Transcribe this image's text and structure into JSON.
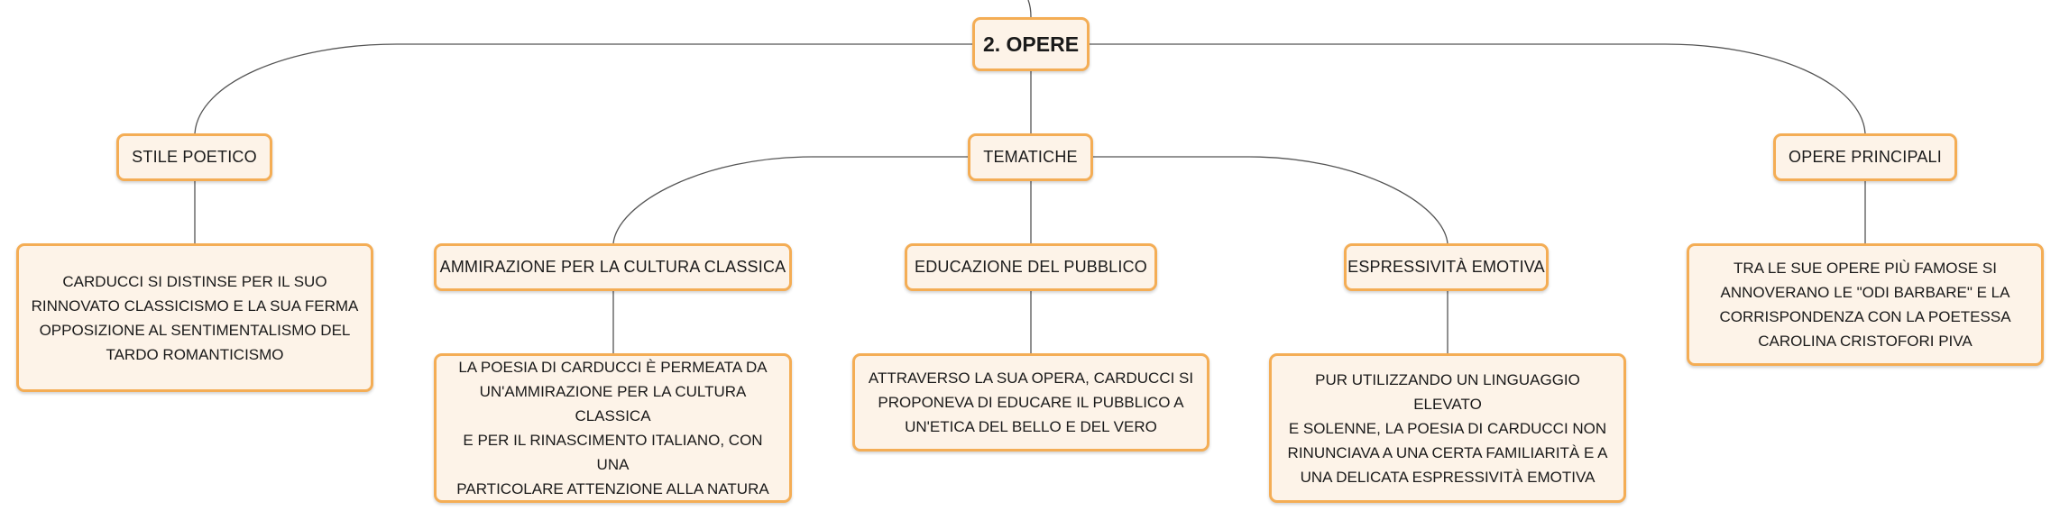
{
  "colors": {
    "node_border": "#f4ad55",
    "node_fill": "#fdf3e8",
    "connector": "#555555"
  },
  "root": {
    "label": "2. OPERE"
  },
  "branches": {
    "stile": {
      "label": "STILE POETICO",
      "desc": [
        "CARDUCCI SI DISTINSE PER IL SUO",
        "RINNOVATO CLASSICISMO E LA SUA FERMA",
        "OPPOSIZIONE AL SENTIMENTALISMO DEL",
        "TARDO ROMANTICISMO"
      ]
    },
    "tematiche": {
      "label": "TEMATICHE",
      "children": {
        "ammirazione": {
          "label": "AMMIRAZIONE PER LA CULTURA CLASSICA",
          "desc": [
            "LA POESIA DI CARDUCCI È PERMEATA DA",
            "UN'AMMIRAZIONE PER LA CULTURA CLASSICA",
            "E PER IL RINASCIMENTO ITALIANO, CON UNA",
            "PARTICOLARE ATTENZIONE ALLA NATURA"
          ]
        },
        "educazione": {
          "label": "EDUCAZIONE DEL PUBBLICO",
          "desc": [
            "ATTRAVERSO LA SUA OPERA, CARDUCCI SI",
            "PROPONEVA DI EDUCARE IL PUBBLICO A",
            "UN'ETICA DEL BELLO E DEL VERO"
          ]
        },
        "espressivita": {
          "label": "ESPRESSIVITÀ EMOTIVA",
          "desc": [
            "PUR UTILIZZANDO UN LINGUAGGIO ELEVATO",
            "E SOLENNE, LA POESIA DI CARDUCCI NON",
            "RINUNCIAVA A UNA CERTA FAMILIARITÀ E A",
            "UNA DELICATA ESPRESSIVITÀ EMOTIVA"
          ]
        }
      }
    },
    "opere": {
      "label": "OPERE PRINCIPALI",
      "desc": [
        "TRA LE SUE OPERE PIÙ FAMOSE SI",
        "ANNOVERANO LE \"ODI BARBARE\" E LA",
        "CORRISPONDENZA CON LA POETESSA",
        "CAROLINA CRISTOFORI PIVA"
      ]
    }
  }
}
